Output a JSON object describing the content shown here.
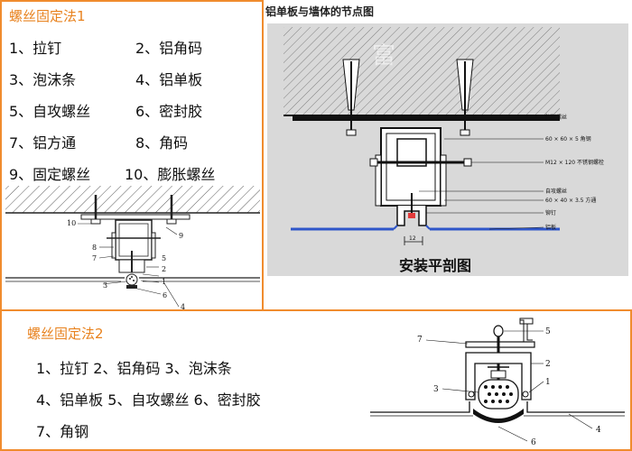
{
  "method1": {
    "title": "螺丝固定法1",
    "items": [
      [
        "1、拉钉",
        "2、铝角码"
      ],
      [
        "3、泡沫条",
        "4、铝单板"
      ],
      [
        "5、自攻螺丝",
        "6、密封胶"
      ],
      [
        "7、铝方通",
        "8、角码"
      ],
      [
        "9、固定螺丝",
        "10、膨胀螺丝"
      ]
    ],
    "callouts": [
      "10",
      "9",
      "8",
      "7",
      "5",
      "2",
      "3",
      "1",
      "6",
      "4"
    ]
  },
  "photo": {
    "title": "铝单板与墙体的节点图",
    "watermark": "富",
    "caption": "安装平剖图",
    "callouts": [
      "膨胀螺丝",
      "60 × 60 × 5 角钢",
      "M12 × 120 不锈钢螺栓",
      "自攻螺丝",
      "60 × 40 × 3.5 方通",
      "铆钉",
      "铝板"
    ],
    "dimension": "12"
  },
  "method2": {
    "title": "螺丝固定法2",
    "lines": [
      "1、拉钉 2、铝角码 3、泡沫条",
      "4、铝单板 5、自攻螺丝 6、密封胶",
      "7、角钢"
    ],
    "callouts": [
      "7",
      "5",
      "2",
      "1",
      "3",
      "6",
      "4"
    ]
  },
  "colors": {
    "accent": "#f08c2e",
    "title": "#e8821e",
    "panel_blue": "#2f56c9"
  }
}
